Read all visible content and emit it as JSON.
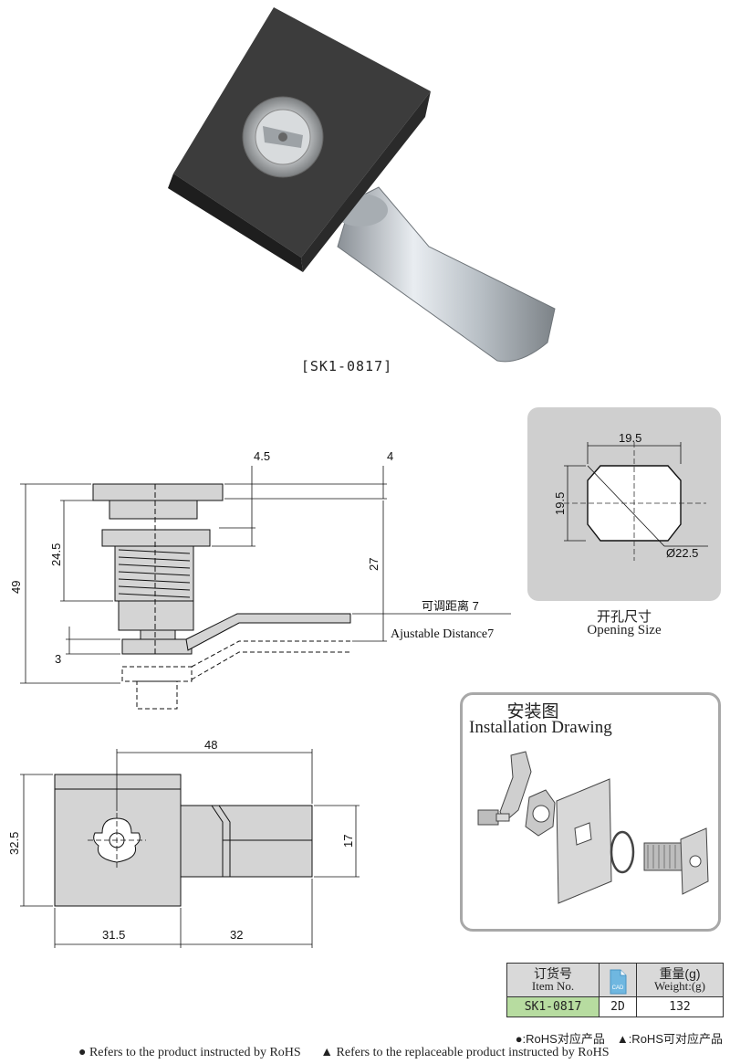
{
  "product": {
    "caption": "[SK1-0817]"
  },
  "side_view": {
    "dims": {
      "top_gap": "4.5",
      "top_thick": "4",
      "thread_len": "24.5",
      "total_h": "49",
      "cam_h": "27",
      "cam_thick": "3"
    },
    "adjust_cn": "可调距离 7",
    "adjust_en": "Ajustable Distance7"
  },
  "opening": {
    "width": "19.5",
    "height": "19.5",
    "diameter": "Ø22.5",
    "title_cn": "开孔尺寸",
    "title_en": "Opening Size"
  },
  "install": {
    "title_cn": "安装图",
    "title_en": "Installation Drawing"
  },
  "front_view": {
    "dims": {
      "total_w": "48",
      "height": "32.5",
      "cam_w": "17",
      "body_w": "31.5",
      "arm_w": "32"
    }
  },
  "table": {
    "headers": {
      "item_cn": "订货号",
      "item_en": "Item No.",
      "cad": "CAD",
      "weight_cn": "重量(g)",
      "weight_en": "Weight:(g)"
    },
    "row": {
      "item": "SK1-0817",
      "cad": "2D",
      "weight": "132"
    }
  },
  "legend": {
    "line1": "●:RoHS对应产品　▲:RoHS可对应产品",
    "rohs": "● Refers to the product instructed by RoHS",
    "replaceable": "▲ Refers to the replaceable product instructed by RoHS"
  },
  "colors": {
    "part_fill": "#d4d4d4",
    "panel_bg": "#cfcfcf",
    "table_sku": "#b7dca0",
    "rohs_green": "#2a9a2a",
    "cad_blue": "#6fb7e0"
  }
}
